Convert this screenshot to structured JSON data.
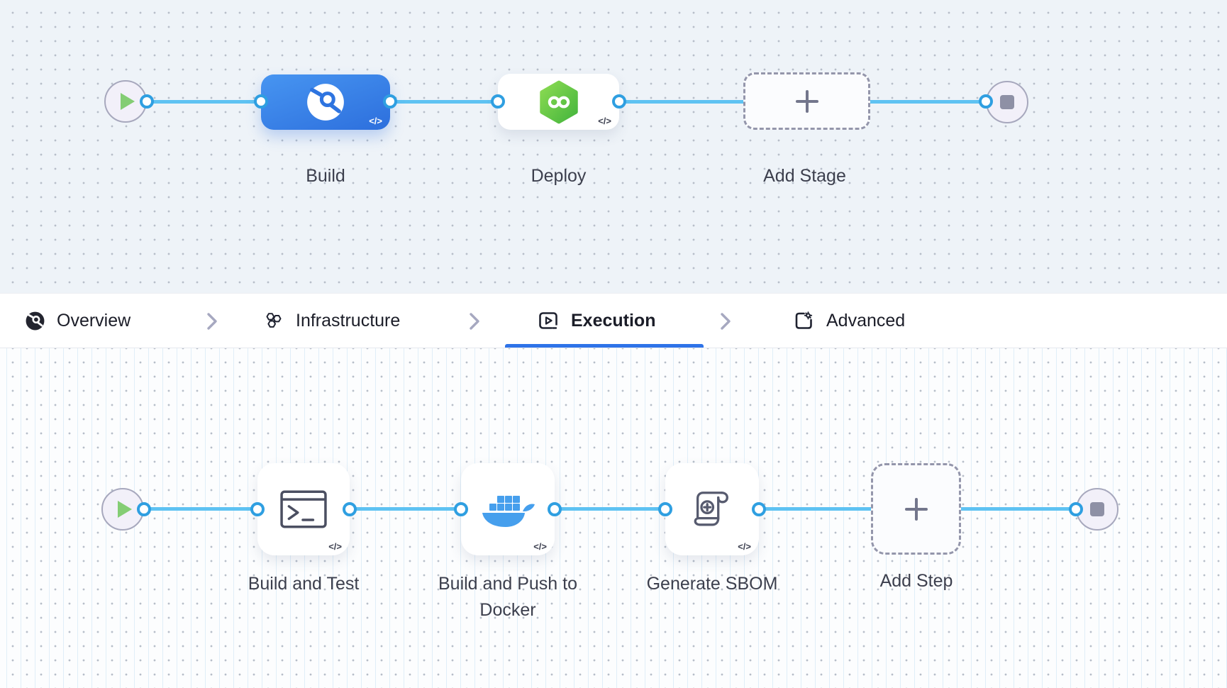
{
  "stage_row": {
    "stages": [
      {
        "label": "Build",
        "icon": "ci-build-icon",
        "type": "ci"
      },
      {
        "label": "Deploy",
        "icon": "cd-deploy-icon",
        "type": "cd"
      },
      {
        "label": "Add Stage",
        "icon": "plus-icon",
        "type": "add"
      }
    ],
    "start_icon": "play-icon",
    "end_icon": "stop-icon"
  },
  "step_row": {
    "steps": [
      {
        "label": "Build and Test",
        "icon": "terminal-icon"
      },
      {
        "label": "Build and Push to Docker",
        "icon": "docker-whale-icon"
      },
      {
        "label": "Generate SBOM",
        "icon": "scroll-plus-icon"
      },
      {
        "label": "Add Step",
        "icon": "plus-icon"
      }
    ],
    "start_icon": "play-icon",
    "end_icon": "stop-icon"
  },
  "tabs": [
    {
      "label": "Overview",
      "icon": "overview-icon",
      "active": false
    },
    {
      "label": "Infrastructure",
      "icon": "hexagons-icon",
      "active": false
    },
    {
      "label": "Execution",
      "icon": "play-square-icon",
      "active": true
    },
    {
      "label": "Advanced",
      "icon": "gear-square-icon",
      "active": false
    }
  ],
  "badges": {
    "code": "</>"
  },
  "colors": {
    "connector": "#5ec2f2",
    "port_border": "#2f9fe1",
    "stage_blue_start": "#4795f1",
    "stage_blue_end": "#2d6fdd",
    "cd_green": "#5cc247",
    "docker_blue": "#469fed",
    "tab_underline": "#2e73e8",
    "label_text": "#3c3f4d",
    "canvas_top_bg": "#eef3f8",
    "canvas_bottom_bg": "#fcfdfe"
  }
}
